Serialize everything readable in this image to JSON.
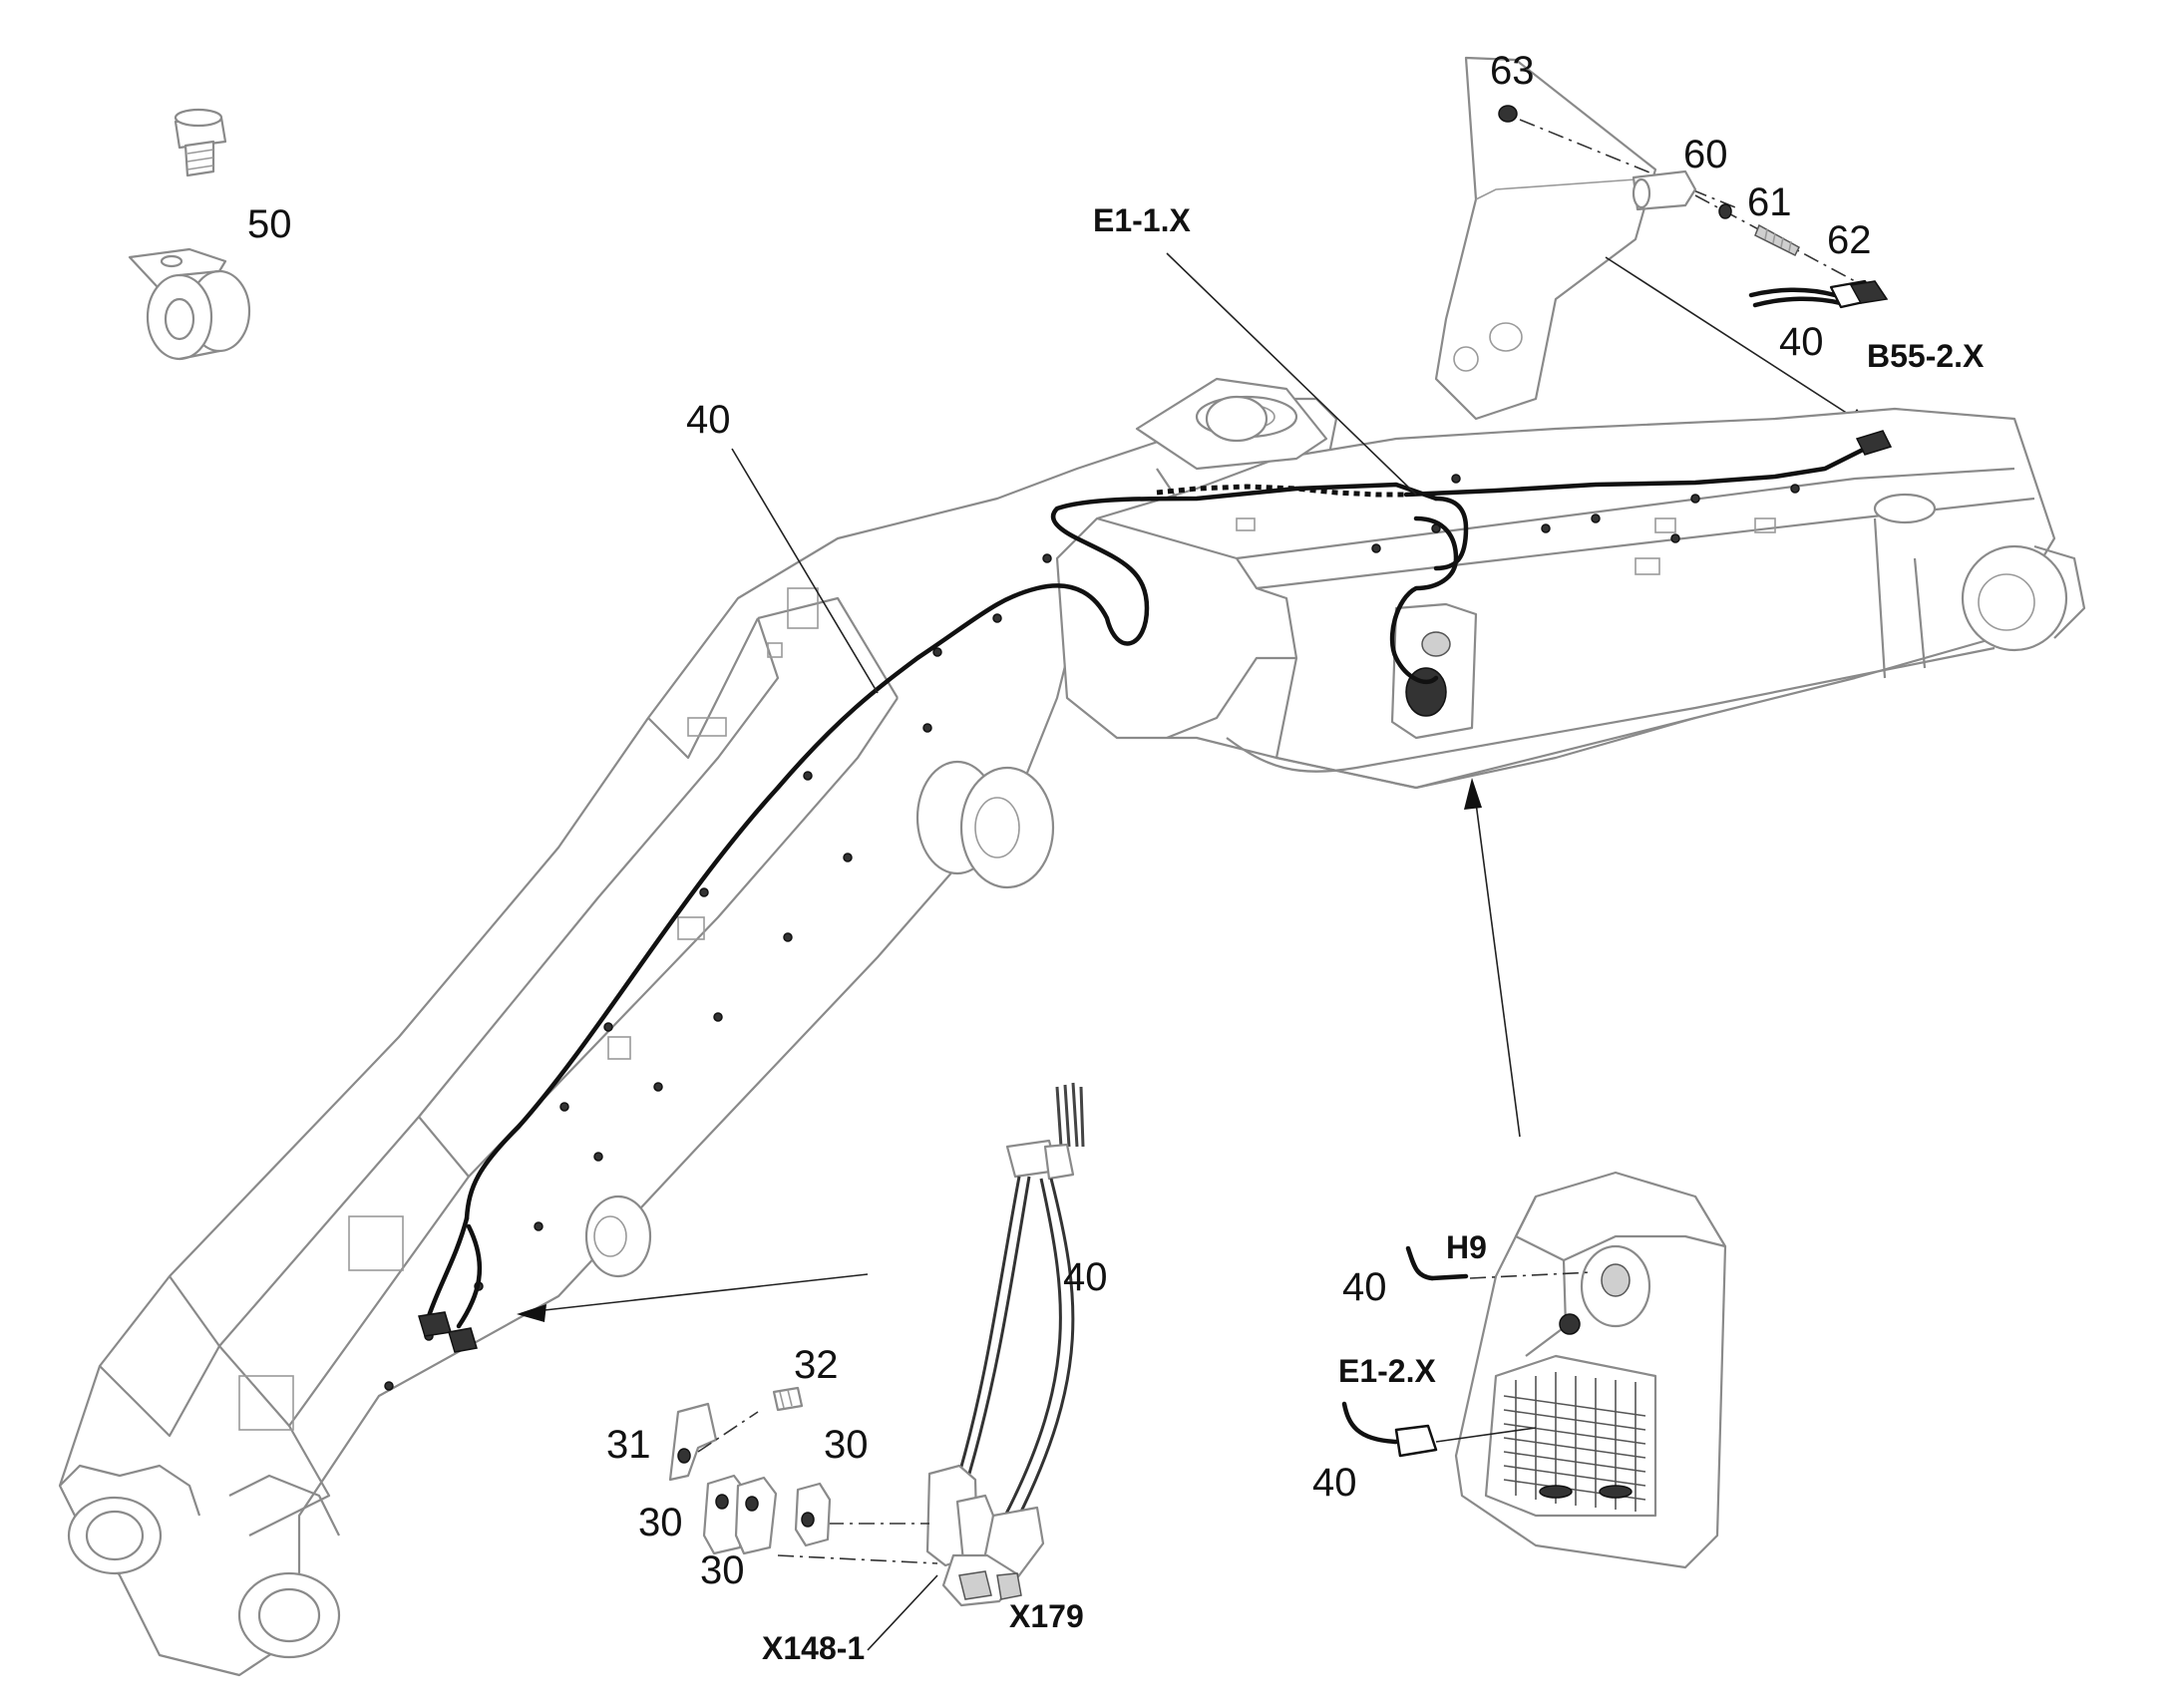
{
  "callouts": {
    "c63": "63",
    "c60": "60",
    "c61": "61",
    "c62": "62",
    "c40_sensor": "40",
    "b55": "B55-2.X",
    "e11": "E1-1.X",
    "c50": "50",
    "c40_boom": "40",
    "c40_connectors": "40",
    "c32": "32",
    "c31": "31",
    "c30_a": "30",
    "c30_b": "30",
    "c30_c": "30",
    "x148": "X148-1",
    "x179": "X179",
    "h9": "H9",
    "c40_h9": "40",
    "e12": "E1-2.X",
    "c40_e12": "40"
  }
}
